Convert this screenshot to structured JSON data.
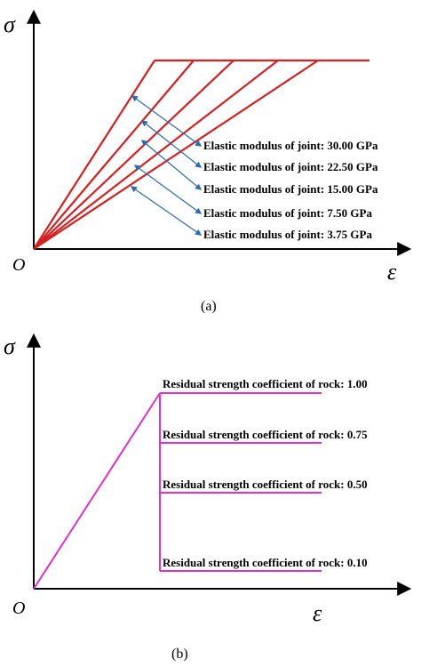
{
  "panel_a": {
    "y_symbol": "σ",
    "x_symbol": "ε",
    "origin": "O",
    "caption": "(a)",
    "labels": [
      "Elastic modulus of  joint: 30.00 GPa",
      "Elastic modulus of  joint: 22.50 GPa",
      "Elastic modulus of  joint: 15.00 GPa",
      "Elastic modulus of  joint: 7.50 GPa",
      "Elastic modulus of  joint: 3.75 GPa"
    ],
    "colors": {
      "curve": "#d42020",
      "arrow": "#2b6cb0"
    }
  },
  "panel_b": {
    "y_symbol": "σ",
    "x_symbol": "ε",
    "origin": "O",
    "caption": "(b)",
    "labels": [
      "Residual strength coefficient of rock: 1.00",
      "Residual strength coefficient of rock: 0.75",
      "Residual strength coefficient of rock: 0.50",
      "Residual strength coefficient of rock: 0.10"
    ],
    "colors": {
      "curve": "#e030c8"
    }
  }
}
